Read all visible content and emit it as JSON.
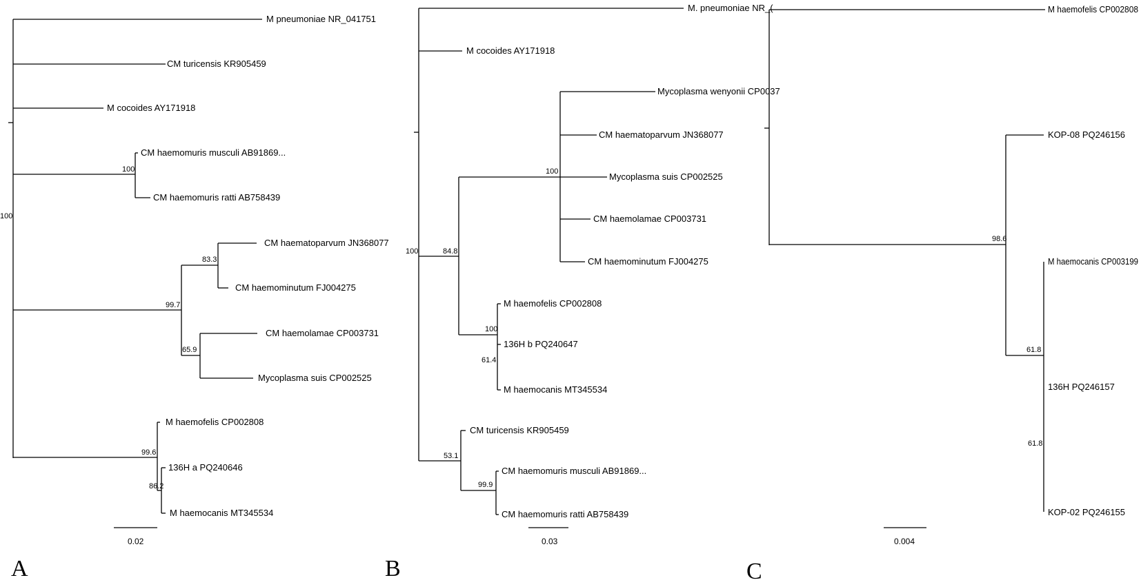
{
  "panels": [
    {
      "label": "A",
      "scale_bar": "0.02",
      "leaves": [
        "M pneumoniae NR_041751",
        "CM turicensis KR905459",
        "M cocoides  AY171918",
        "CM haemomuris musculi AB91869...",
        "CM haemomuris ratti AB758439",
        "CM haematoparvum JN368077",
        "CM haemominutum  FJ004275",
        "CM haemolamae CP003731",
        "Mycoplasma suis CP002525",
        "M haemofelis  CP002808",
        "136H a PQ240646",
        "M haemocanis MT345534"
      ],
      "bootstrap": [
        "100",
        "100",
        "83.3",
        "99.7",
        "65.9",
        "99.6",
        "86.2"
      ]
    },
    {
      "label": "B",
      "scale_bar": "0.03",
      "leaves": [
        "M. pneumoniae NR_(",
        "M cocoides  AY171918",
        "Mycoplasma wenyonii CP0037",
        "CM haematoparvum JN368077",
        "Mycoplasma suis CP002525",
        "CM haemolamae CP003731",
        "CM haemominutum  FJ004275",
        "M haemofelis  CP002808",
        "136H b PQ240647",
        "M haemocanis MT345534",
        "CM turicensis KR905459",
        "CM haemomuris musculi AB91869...",
        "CM haemomuris ratti AB758439"
      ],
      "bootstrap": [
        "100",
        "84.8",
        "100",
        "61.4",
        "100",
        "53.1",
        "99.9"
      ]
    },
    {
      "label": "C",
      "scale_bar": "0.004",
      "leaves": [
        "M haemofelis  CP002808",
        "KOP-08 PQ246156",
        "M haemocanis CP003199",
        "136H PQ246157",
        "KOP-02 PQ246155"
      ],
      "bootstrap": [
        "98.6",
        "61.8",
        "61.8"
      ]
    }
  ]
}
